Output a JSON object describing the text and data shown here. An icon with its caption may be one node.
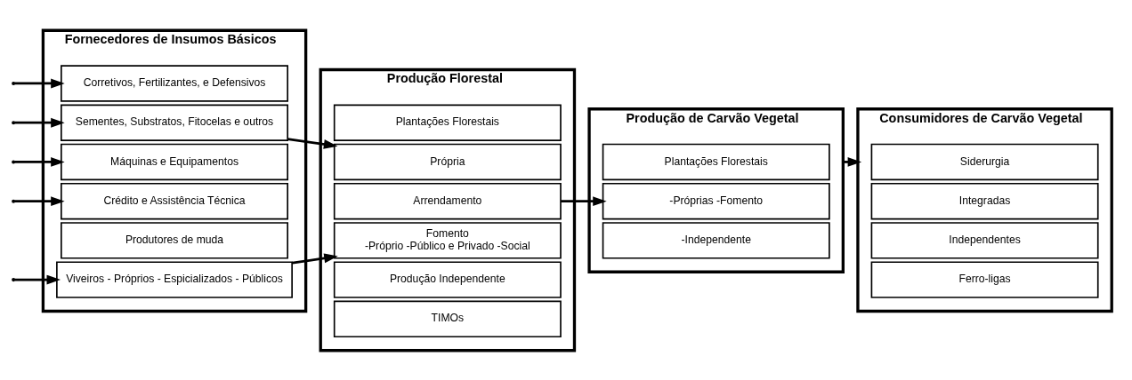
{
  "diagram": {
    "nodes": [
      {
        "text": [
          "Fornecedores de Insumos Básicos"
        ]
      },
      {
        "text": [
          "Corretivos, Fertilizantes, e Defensivos"
        ],
        "in": 0
      },
      {
        "text": [
          "Sementes, Substratos, Fitocelas e outros"
        ],
        "in": 0
      },
      {
        "text": [
          "Máquinas e Equipamentos"
        ],
        "in": 0
      },
      {
        "text": [
          "Crédito e Assistência Técnica"
        ],
        "in": 0
      },
      {
        "text": [
          "Produtores de muda"
        ],
        "in": 0
      },
      {
        "text": [
          "Viveiros - Próprios - Espicializados - Públicos"
        ],
        "in": 0
      },
      {
        "text": [
          "Produção Florestal"
        ]
      },
      {
        "text": [
          "Plantações Florestais"
        ],
        "in": 7
      },
      {
        "text": [
          "Própria"
        ],
        "in": 7
      },
      {
        "text": [
          "Arrendamento"
        ],
        "in": 7
      },
      {
        "text": [
          "Fomento",
          "-Próprio -Público e Privado -Social"
        ],
        "in": 7
      },
      {
        "text": [
          "Produção Independente"
        ],
        "in": 7
      },
      {
        "text": [
          "TIMOs"
        ],
        "in": 7
      },
      {
        "text": [
          "Produção de Carvão Vegetal"
        ]
      },
      {
        "text": [
          "Plantações Florestais"
        ],
        "in": 14
      },
      {
        "text": [
          "-Próprias -Fomento"
        ],
        "in": 14
      },
      {
        "text": [
          "-Independente"
        ],
        "in": 14
      },
      {
        "text": [
          "Consumidores de Carvão Vegetal"
        ]
      },
      {
        "text": [
          "Siderurgia"
        ],
        "in": 18
      },
      {
        "text": [
          "Integradas"
        ],
        "in": 18
      },
      {
        "text": [
          "Independentes"
        ],
        "in": 18
      },
      {
        "text": [
          "Ferro-ligas"
        ],
        "in": 18
      }
    ],
    "edges": [
      {
        "from": null,
        "to": 1,
        "arrow": "to"
      },
      {
        "from": null,
        "to": 2,
        "arrow": "to"
      },
      {
        "from": null,
        "to": 3,
        "arrow": "to"
      },
      {
        "from": null,
        "to": 4,
        "arrow": "to"
      },
      {
        "from": null,
        "to": 6,
        "arrow": "to"
      },
      {
        "from": 2,
        "to": 9,
        "arrow": "to"
      },
      {
        "from": 6,
        "to": 11,
        "arrow": "to"
      },
      {
        "from": 10,
        "to": 16,
        "arrow": "to"
      },
      {
        "from": 14,
        "to": 18,
        "arrow": "to"
      }
    ]
  }
}
